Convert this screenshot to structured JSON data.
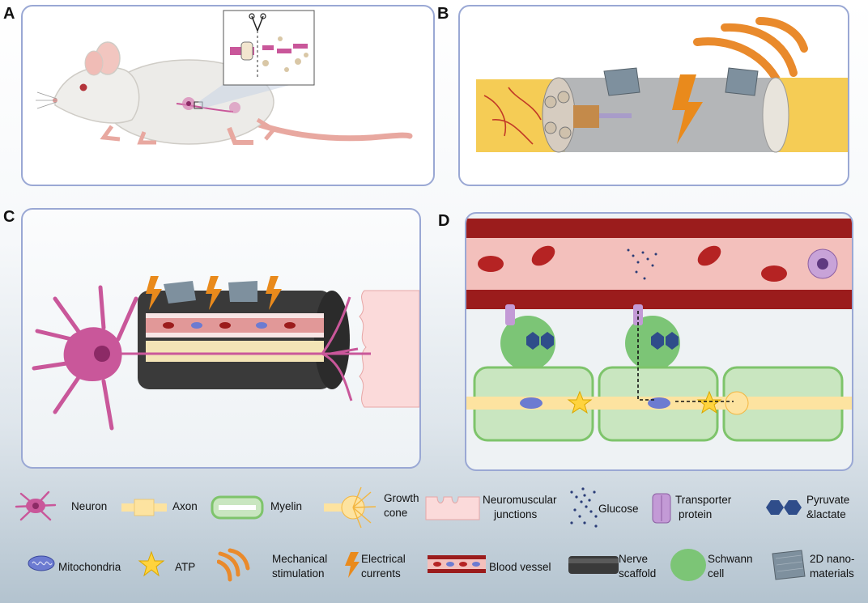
{
  "panels": {
    "a": "A",
    "b": "B",
    "c": "C",
    "d": "D"
  },
  "legend": {
    "neuron": "Neuron",
    "axon": "Axon",
    "myelin": "Myelin",
    "growth_cone_1": "Growth",
    "growth_cone_2": "cone",
    "nmj_1": "Neuromuscular",
    "nmj_2": "junctions",
    "glucose": "Glucose",
    "transporter_1": "Transporter",
    "transporter_2": "protein",
    "pyruvate_1": "Pyruvate",
    "pyruvate_2": "&lactate",
    "mitochondria": "Mitochondria",
    "atp": "ATP",
    "mech_1": "Mechanical",
    "mech_2": "stimulation",
    "elec_1": "Electrical",
    "elec_2": "currents",
    "blood_vessel": "Blood vessel",
    "scaffold_1": "Nerve",
    "scaffold_2": "scaffold",
    "schwann_1": "Schwann",
    "schwann_2": "cell",
    "nano_1": "2D nano-",
    "nano_2": "materials"
  },
  "colors": {
    "neuron": "#c9579a",
    "axon": "#fde3a0",
    "myelin": "#7ec46b",
    "schwann": "#7cc576",
    "blood": "#9b1c1c",
    "lightning": "#e98a1c",
    "scaffold": "#3d3d3d",
    "panel_border": "#9aa8d4"
  }
}
